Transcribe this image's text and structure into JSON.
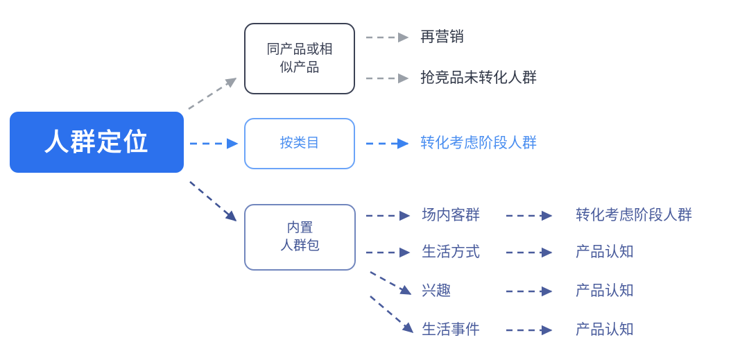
{
  "diagram": {
    "title": "人群定位",
    "root": {
      "label": "人群定位",
      "color": "#2c71ed",
      "text_color": "#ffffff"
    },
    "branches": [
      {
        "id": "same-or-similar-product",
        "label": "同产品或相\n似产品",
        "label_line1": "同产品或相",
        "label_line2": "似产品",
        "border_color": "#3b4154",
        "text_color": "#3b4154",
        "arrow_color": "#9aa0a8",
        "leaves": [
          {
            "label": "再营销",
            "color": "#2f3646",
            "arrow_color": "#9aa0a8"
          },
          {
            "label": "抢竞品未转化人群",
            "color": "#2f3646",
            "arrow_color": "#9aa0a8"
          }
        ]
      },
      {
        "id": "by-category",
        "label": "按类目",
        "label_line1": "按类目",
        "label_line2": "",
        "border_color": "#6ba4f8",
        "text_color": "#4a8ef0",
        "arrow_color": "#3b83f0",
        "leaves": [
          {
            "label": "转化考虑阶段人群",
            "color": "#4a8ef0",
            "arrow_color": "#3b83f0"
          }
        ]
      },
      {
        "id": "built-in-audience-pack",
        "label": "内置\n人群包",
        "label_line1": "内置",
        "label_line2": "人群包",
        "border_color": "#7186bd",
        "text_color": "#3f5394",
        "arrow_color": "#3f5394",
        "leaves": [
          {
            "label": "场内客群",
            "color": "#4a5c9c",
            "arrow_color": "#4a5c9c",
            "sub": {
              "label": "转化考虑阶段人群",
              "color": "#4a5c9c",
              "arrow_color": "#4a5c9c"
            }
          },
          {
            "label": "生活方式",
            "color": "#4a5c9c",
            "arrow_color": "#4a5c9c",
            "sub": {
              "label": "产品认知",
              "color": "#4a5c9c",
              "arrow_color": "#4a5c9c"
            }
          },
          {
            "label": "兴趣",
            "color": "#4a5c9c",
            "arrow_color": "#4a5c9c",
            "sub": {
              "label": "产品认知",
              "color": "#4a5c9c",
              "arrow_color": "#4a5c9c"
            }
          },
          {
            "label": "生活事件",
            "color": "#4a5c9c",
            "arrow_color": "#4a5c9c",
            "sub": {
              "label": "产品认知",
              "color": "#4a5c9c",
              "arrow_color": "#4a5c9c"
            }
          }
        ]
      }
    ],
    "colors": {
      "background": "#ffffff",
      "accent_blue": "#2c71ed",
      "light_blue": "#4a8ef0",
      "slate_blue": "#4a5c9c",
      "dark_navy": "#3b4154",
      "gray": "#9aa0a8"
    }
  }
}
